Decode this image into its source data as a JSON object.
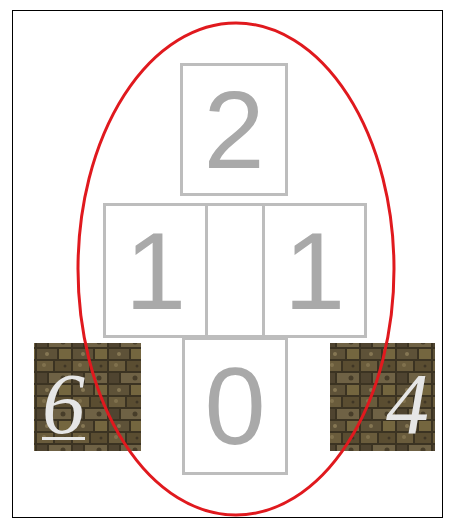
{
  "diagram": {
    "nodes": [
      {
        "text": [
          "2"
        ]
      },
      {
        "text": [
          "1"
        ]
      },
      {
        "text": [
          "1"
        ]
      },
      {
        "text": [
          "6"
        ]
      },
      {
        "text": [
          "0"
        ]
      },
      {
        "text": [
          "4"
        ]
      }
    ]
  }
}
